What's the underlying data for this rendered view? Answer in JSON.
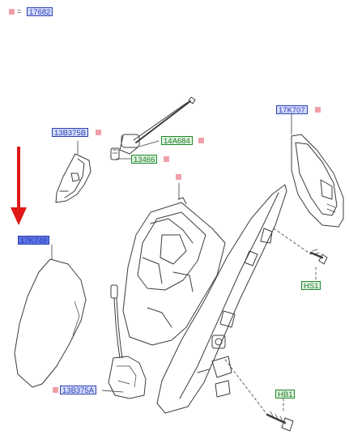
{
  "header": {
    "ref": "17682",
    "equals": "="
  },
  "labels": {
    "blue": [
      "13B375B",
      "17K707",
      "17K749",
      "13B375A"
    ],
    "green": [
      "14A684",
      "13466",
      "HS1",
      "HB1"
    ]
  },
  "colors": {
    "blue": "#2a3fb0",
    "green": "#1e8a2a",
    "marker": "#f0a0a8",
    "arrow": "#e01818",
    "line": "#3c3c3c"
  },
  "icons": [
    "red-arrow-icon"
  ]
}
